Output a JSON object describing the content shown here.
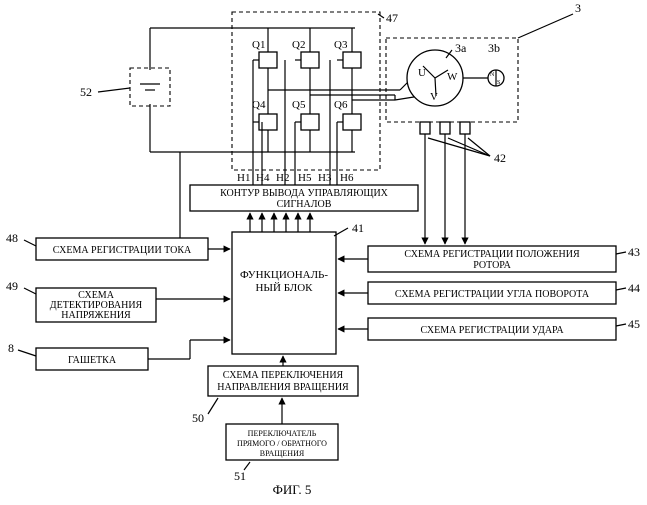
{
  "figure": {
    "caption": "ФИГ. 5"
  },
  "refs": {
    "r3": "3",
    "r3a": "3a",
    "r3b": "3b",
    "r8": "8",
    "r41": "41",
    "r42": "42",
    "r43": "43",
    "r44": "44",
    "r45": "45",
    "r47": "47",
    "r48": "48",
    "r49": "49",
    "r50": "50",
    "r51": "51",
    "r52": "52"
  },
  "inverter": {
    "switches": [
      "Q1",
      "Q2",
      "Q3",
      "Q4",
      "Q5",
      "Q6"
    ],
    "signals": [
      "H1",
      "H4",
      "H2",
      "H5",
      "H3",
      "H6"
    ]
  },
  "motor": {
    "phase_u": "U",
    "phase_v": "V",
    "phase_w": "W",
    "magnet_n": "N",
    "magnet_s": "S"
  },
  "blocks": {
    "control_output": [
      "КОНТУР ВЫВОДА УПРАВЛЯЮЩИХ",
      "СИГНАЛОВ"
    ],
    "functional": [
      "ФУНКЦИОНАЛЬ-",
      "НЫЙ БЛОК"
    ],
    "current_reg": "СХЕМА РЕГИСТРАЦИИ ТОКА",
    "voltage_detect": [
      "СХЕМА",
      "ДЕТЕКТИРОВАНИЯ",
      "НАПРЯЖЕНИЯ"
    ],
    "trigger": "ГАШЕТКА",
    "rotor_reg": [
      "СХЕМА РЕГИСТРАЦИИ ПОЛОЖЕНИЯ",
      "РОТОРА"
    ],
    "angle_reg": "СХЕМА РЕГИСТРАЦИИ УГЛА ПОВОРОТА",
    "impact_reg": "СХЕМА РЕГИСТРАЦИИ УДАРА",
    "direction_switch_circuit": [
      "СХЕМА ПЕРЕКЛЮЧЕНИЯ",
      "НАПРАВЛЕНИЯ ВРАЩЕНИЯ"
    ],
    "fwd_rev_switch": [
      "ПЕРЕКЛЮЧАТЕЛЬ",
      "ПРЯМОГО / ОБРАТНОГО",
      "ВРАЩЕНИЯ"
    ]
  }
}
